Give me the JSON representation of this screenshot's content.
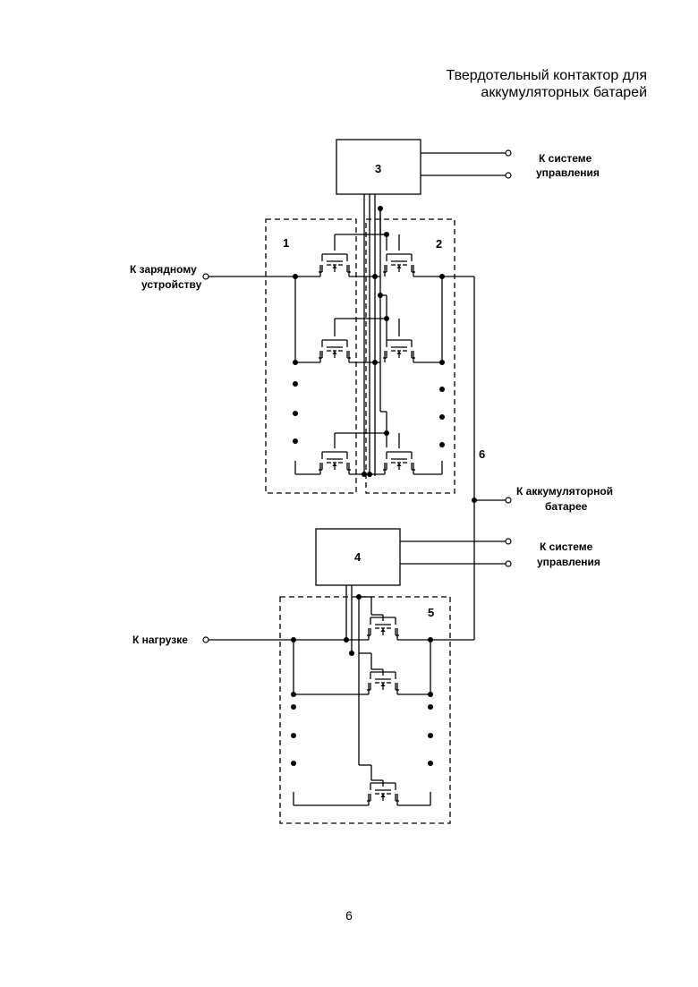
{
  "header": {
    "title_line1": "Твердотельный контактор для",
    "title_line2": "аккумуляторных батарей"
  },
  "labels": {
    "control_system_top_1": "К системе",
    "control_system_top_2": "управления",
    "charger_1": "К зарядному",
    "charger_2": "устройству",
    "battery_1": "К аккумуляторной",
    "battery_2": "батарее",
    "control_system_bottom_1": "К системе",
    "control_system_bottom_2": "управления",
    "load": "К нагрузке"
  },
  "block_numbers": {
    "n1": "1",
    "n2": "2",
    "n3": "3",
    "n4": "4",
    "n5": "5",
    "n6": "6"
  },
  "page_number": "6"
}
